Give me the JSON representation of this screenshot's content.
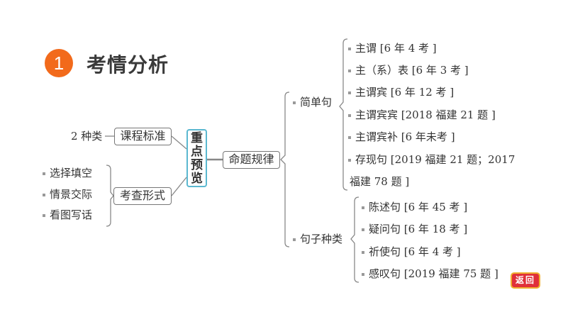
{
  "header": {
    "number": "1",
    "title": "考情分析"
  },
  "center": "重点预览",
  "left": {
    "standard": {
      "label": "课程标准",
      "note": "2 种类"
    },
    "form": {
      "label": "考查形式",
      "items": [
        "选择填空",
        "情景交际",
        "看图写话"
      ]
    }
  },
  "right": {
    "label": "命题规律",
    "simple": {
      "label": "简单句",
      "items": [
        "主谓 [6 年 4 考 ]",
        "主（系）表 [6 年 3 考 ]",
        "主谓宾 [6 年 12 考 ]",
        "主谓宾宾 [2018 福建 21 题 ]",
        "主谓宾补 [6 年未考 ]",
        "存现句 [2019 福建 21 题；2017"
      ],
      "continuation": "福建 78 题 ]"
    },
    "types": {
      "label": "句子种类",
      "items": [
        "陈述句 [6 年 45 考 ]",
        "疑问句 [6 年 18 考 ]",
        "祈使句 [6 年 4 考 ]",
        "感叹句 [2019 福建 75 题 ]"
      ]
    }
  },
  "back_button": "返回"
}
